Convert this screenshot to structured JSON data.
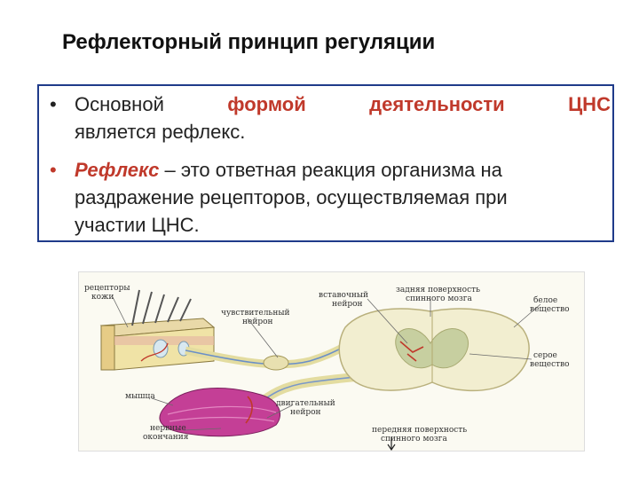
{
  "slide": {
    "title": "Рефлекторный принцип регуляции",
    "bullet1": {
      "w1": "Основной",
      "w2": "формой",
      "w3": "деятельности",
      "w4": "ЦНС",
      "line2": "является рефлекс."
    },
    "bullet2": {
      "term": "Рефлекс",
      "rest1": " – это ответная реакция организма на",
      "line2": "раздражение рецепторов, осуществляемая при",
      "line3": "участии ЦНС."
    }
  },
  "figure": {
    "labels": {
      "receptors": [
        "рецепторы",
        "кожи"
      ],
      "sensory": [
        "чувствительный",
        "нейрон"
      ],
      "interneuron": [
        "вставочный",
        "нейрон"
      ],
      "posterior": [
        "задняя поверхность",
        "спинного мозга"
      ],
      "white": [
        "белое",
        "вещество"
      ],
      "gray": [
        "серое",
        "вещество"
      ],
      "muscle": "мышца",
      "motor": [
        "двигательный",
        "нейрон"
      ],
      "endings": [
        "нервные",
        "окончания"
      ],
      "anterior": [
        "передняя поверхность",
        "спинного мозга"
      ]
    }
  }
}
